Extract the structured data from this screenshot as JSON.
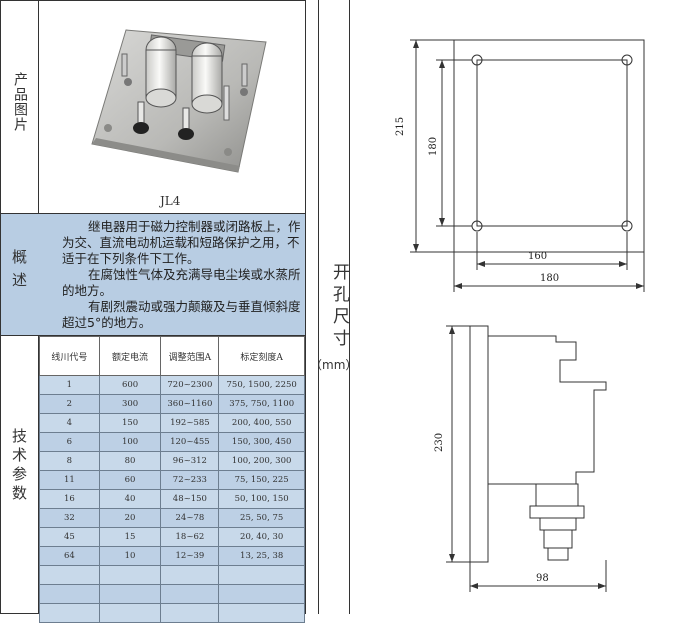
{
  "sections": {
    "photo_label": "产品图片",
    "overview_label": "概述",
    "tech_label": "技术参数"
  },
  "product": {
    "model_caption": "JL4",
    "image_icon": "relay-photo-icon"
  },
  "overview": {
    "paragraphs": [
      "继电器用于磁力控制器或闭路板上，作为交、直流电动机运载和短路保护之用，不适于在下列条件下工作。",
      "在腐蚀性气体及充满导电尘埃或水蒸所的地方。",
      "有剧烈震动或强力颠簸及与垂直倾斜度超过5°的地方。"
    ]
  },
  "table": {
    "headers": [
      "线川代号",
      "额定电流",
      "调整范围A",
      "标定刻度A"
    ],
    "rows": [
      [
        "1",
        "600",
        "720~2300",
        "750, 1500, 2250"
      ],
      [
        "2",
        "300",
        "360~1160",
        "375, 750, 1100"
      ],
      [
        "4",
        "150",
        "192~585",
        "200, 400, 550"
      ],
      [
        "6",
        "100",
        "120~455",
        "150, 300, 450"
      ],
      [
        "8",
        "80",
        "96~312",
        "100, 200, 300"
      ],
      [
        "11",
        "60",
        "72~233",
        "75, 150, 225"
      ],
      [
        "16",
        "40",
        "48~150",
        "50, 100, 150"
      ],
      [
        "32",
        "20",
        "24~78",
        "25, 50, 75"
      ],
      [
        "45",
        "15",
        "18~62",
        "20, 40, 30"
      ],
      [
        "64",
        "10",
        "12~39",
        "13, 25, 38"
      ],
      [
        "",
        "",
        "",
        ""
      ],
      [
        "",
        "",
        "",
        ""
      ],
      [
        "",
        "",
        "",
        ""
      ]
    ]
  },
  "drawing": {
    "cutout_label": "开孔尺寸",
    "unit": "（mm）",
    "dims": {
      "height_outer": "215",
      "height_holes": "180",
      "width_holes": "160",
      "width_outer": "180",
      "side_height": "230",
      "side_depth": "98"
    }
  },
  "colors": {
    "panel_blue": "#b8cde3",
    "table_row_blue": "#bdd0e5",
    "line": "#333333"
  }
}
